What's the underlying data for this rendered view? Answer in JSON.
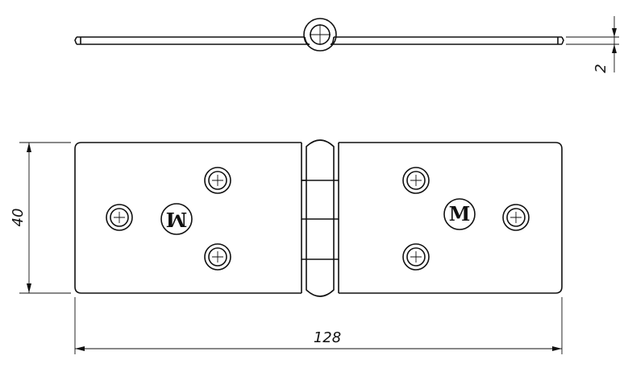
{
  "dimensions": {
    "width_label": "128",
    "height_label": "40",
    "thickness_label": "2"
  },
  "logo_marks": {
    "left": "M",
    "right": "M"
  }
}
